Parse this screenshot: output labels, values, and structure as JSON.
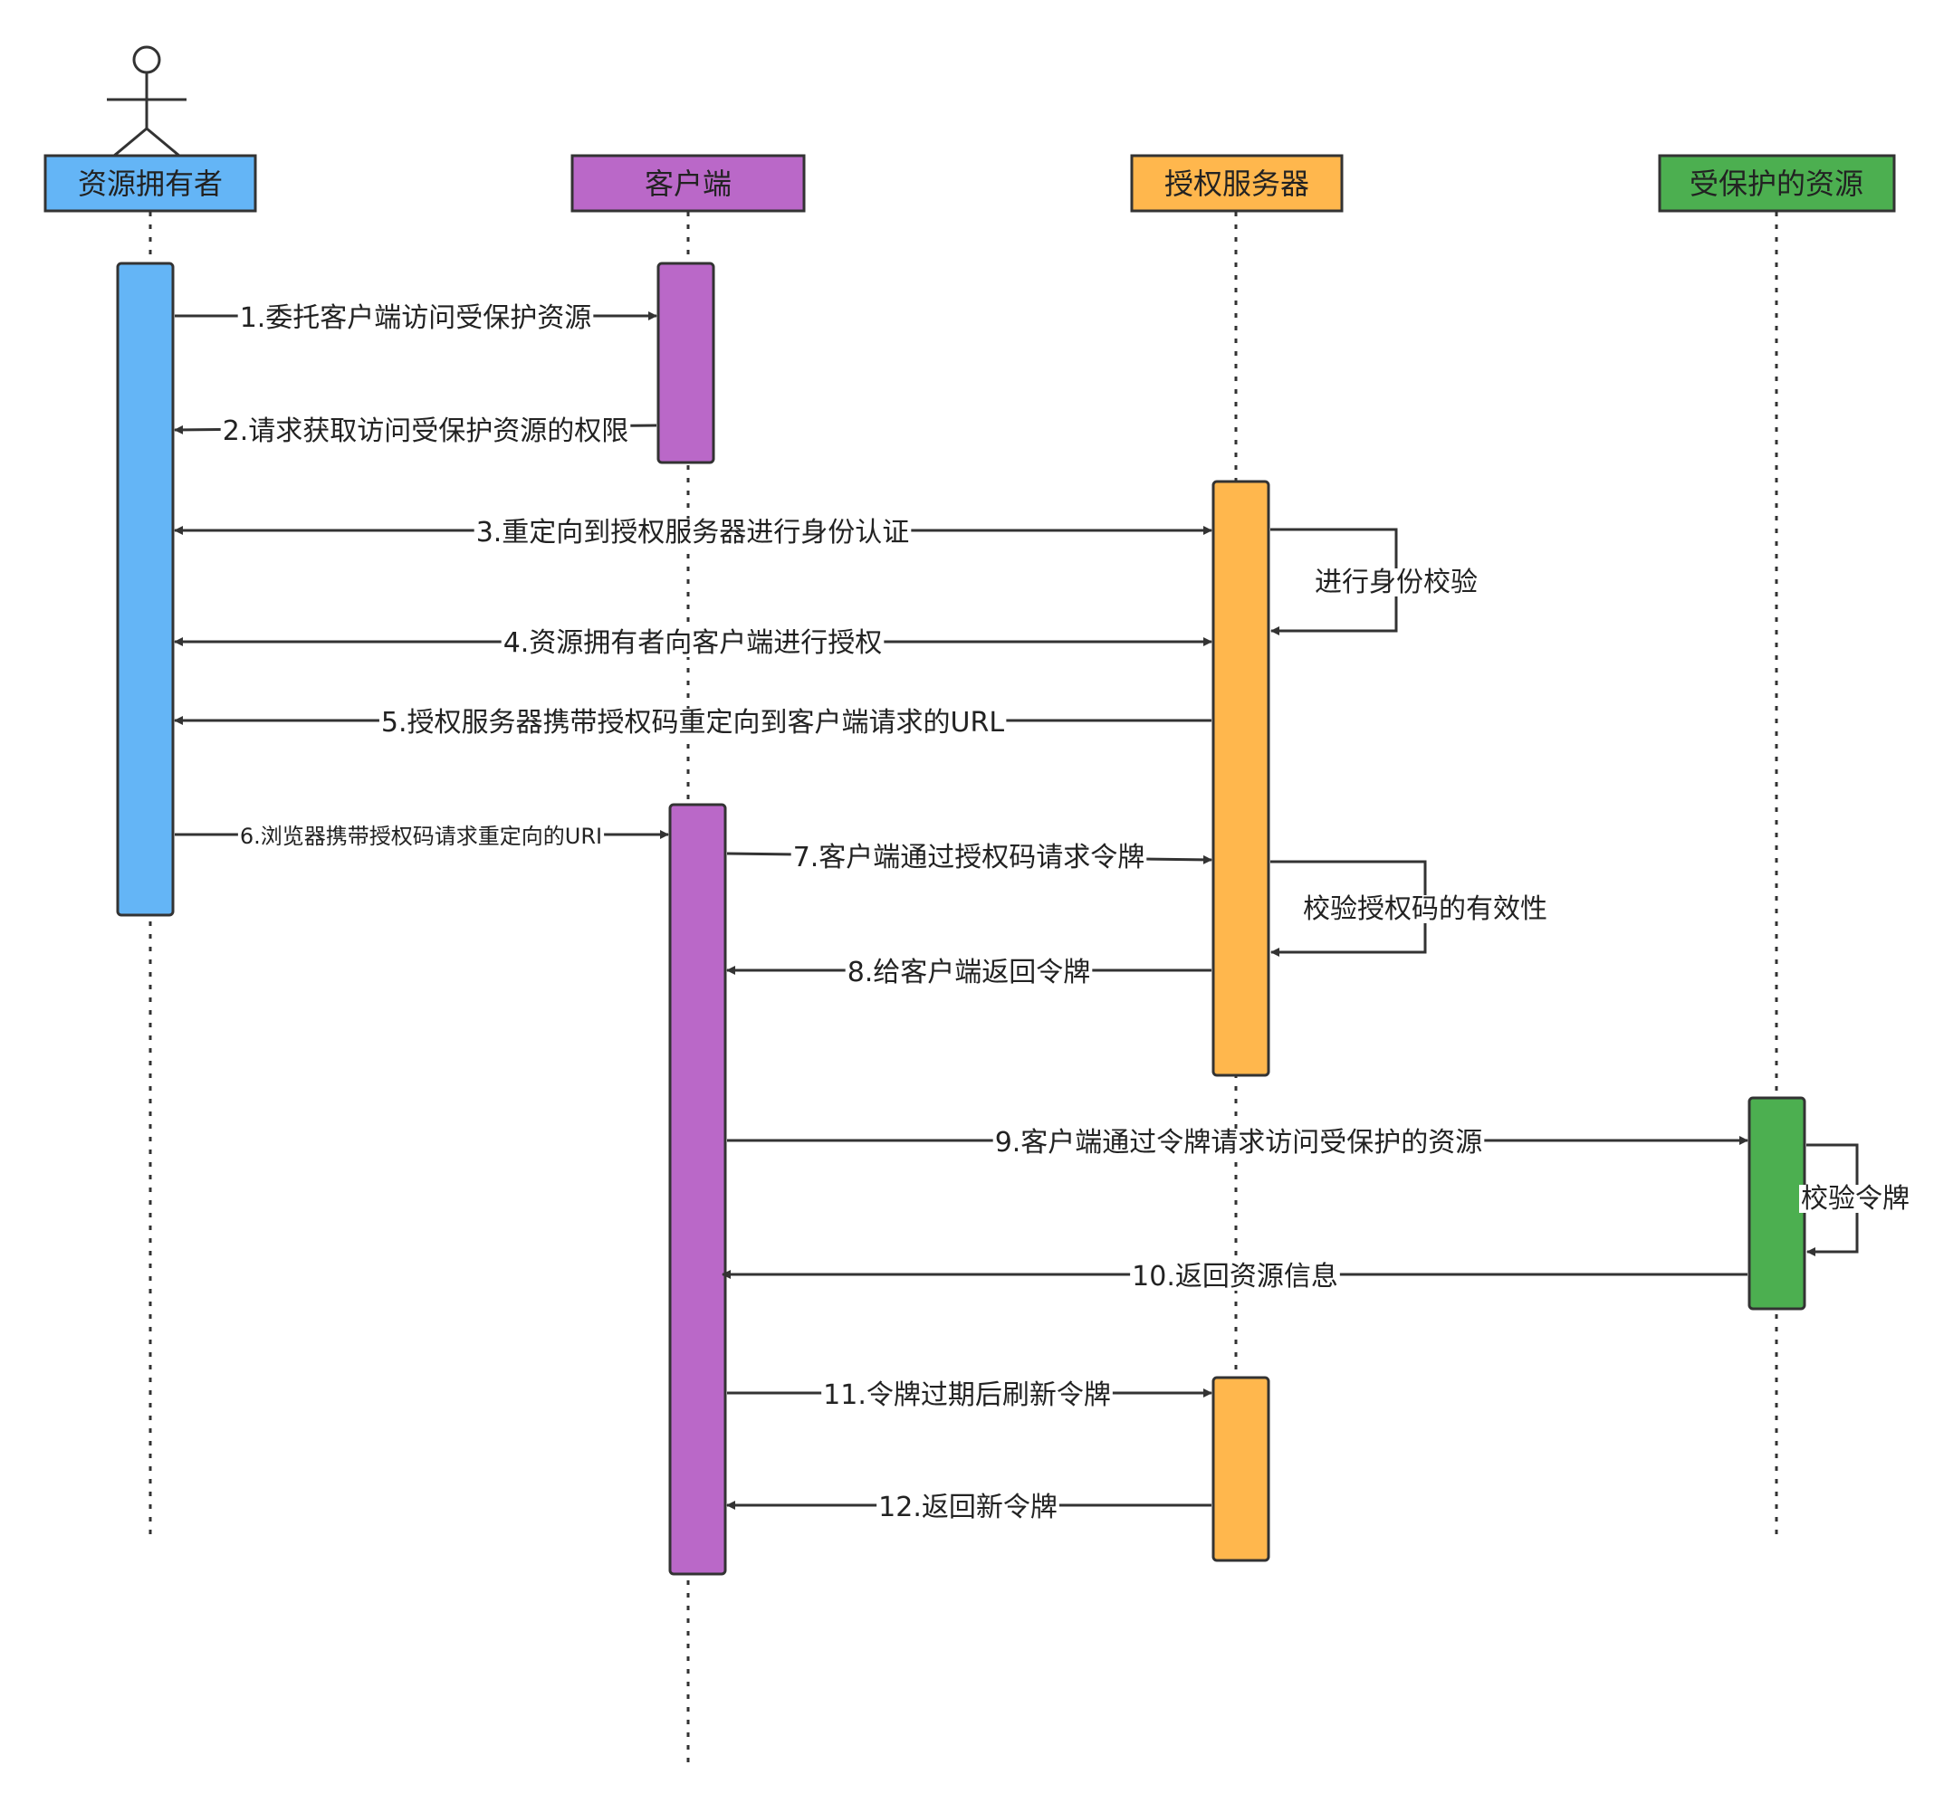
{
  "participants": [
    {
      "id": "owner",
      "label": "资源拥有者",
      "color": "#64b5f6",
      "actor": true
    },
    {
      "id": "client",
      "label": "客户端",
      "color": "#ba68c8"
    },
    {
      "id": "auth",
      "label": "授权服务器",
      "color": "#ffb74d"
    },
    {
      "id": "resource",
      "label": "受保护的资源",
      "color": "#4caf50"
    }
  ],
  "messages": [
    {
      "text": "1.委托客户端访问受保护资源"
    },
    {
      "text": "2.请求获取访问受保护资源的权限"
    },
    {
      "text": "3.重定向到授权服务器进行身份认证"
    },
    {
      "text": "4.资源拥有者向客户端进行授权"
    },
    {
      "text": "5.授权服务器携带授权码重定向到客户端请求的URL"
    },
    {
      "text": "6.浏览器携带授权码请求重定向的URI"
    },
    {
      "text": "7.客户端通过授权码请求令牌"
    },
    {
      "text": "8.给客户端返回令牌"
    },
    {
      "text": "9.客户端通过令牌请求访问受保护的资源"
    },
    {
      "text": "10.返回资源信息"
    },
    {
      "text": "11.令牌过期后刷新令牌"
    },
    {
      "text": "12.返回新令牌"
    }
  ],
  "self_messages": [
    {
      "text": "进行身份校验"
    },
    {
      "text": "校验授权码的有效性"
    },
    {
      "text": "校验令牌"
    }
  ]
}
